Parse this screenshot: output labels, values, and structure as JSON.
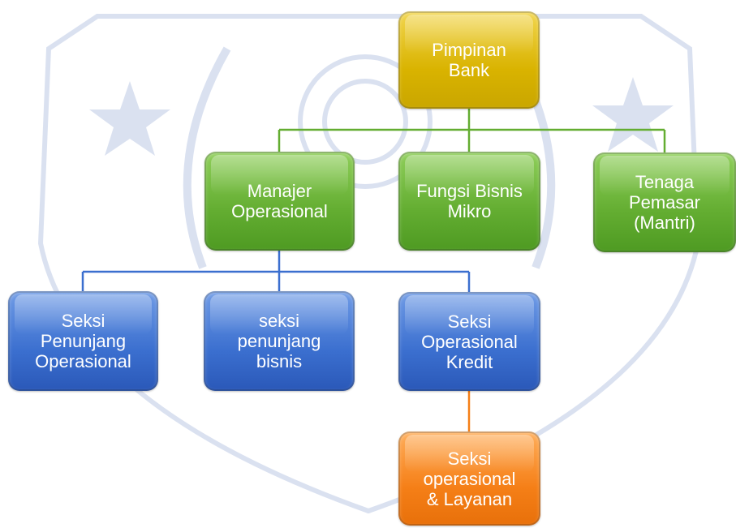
{
  "diagram": {
    "nodes": {
      "pimpinan": {
        "label": "Pimpinan\nBank",
        "color": "#d9b300"
      },
      "manajer": {
        "label": "Manajer\nOperasional",
        "color": "#63ad31"
      },
      "fungsi": {
        "label": "Fungsi Bisnis\nMikro",
        "color": "#63ad31"
      },
      "tenaga": {
        "label": "Tenaga\nPemasar\n(Mantri)",
        "color": "#63ad31"
      },
      "penunjang_op": {
        "label": "Seksi\nPenunjang\nOperasional",
        "color": "#3b6fcf"
      },
      "penunjang_bis": {
        "label": "seksi\npenunjang\nbisnis",
        "color": "#3b6fcf"
      },
      "ops_kredit": {
        "label": "Seksi\nOperasional\nKredit",
        "color": "#3b6fcf"
      },
      "ops_layanan": {
        "label": "Seksi\noperasional\n& Layanan",
        "color": "#f57f17"
      }
    },
    "edges": [
      {
        "from": "pimpinan",
        "to": "manajer",
        "color": "#63ad31"
      },
      {
        "from": "pimpinan",
        "to": "fungsi",
        "color": "#63ad31"
      },
      {
        "from": "pimpinan",
        "to": "tenaga",
        "color": "#63ad31"
      },
      {
        "from": "manajer",
        "to": "penunjang_op",
        "color": "#3b6fcf"
      },
      {
        "from": "manajer",
        "to": "penunjang_bis",
        "color": "#3b6fcf"
      },
      {
        "from": "manajer",
        "to": "ops_kredit",
        "color": "#3b6fcf"
      },
      {
        "from": "ops_kredit",
        "to": "ops_layanan",
        "color": "#f57f17"
      }
    ]
  },
  "watermark": {
    "icons": [
      "star-icon",
      "star-icon",
      "seal-emblem-icon",
      "wheat-sheaf-icon"
    ],
    "color": "#3a5fb0"
  }
}
